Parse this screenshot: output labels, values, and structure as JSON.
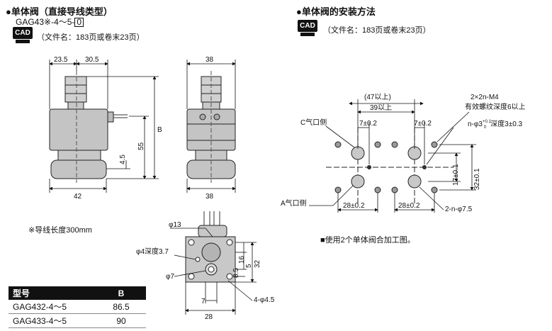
{
  "left_section": {
    "title": "●单体阀（直接导线类型）",
    "model_prefix": "GAG43※-4～5-",
    "model_boxed": "0",
    "cad_label": "CAD",
    "file_note": "（文件名：183页或卷末23页）"
  },
  "right_section": {
    "title": "●单体阀的安装方法",
    "cad_label": "CAD",
    "file_note": "（文件名：183页或卷末23页）"
  },
  "dims": {
    "d23_5": "23.5",
    "d30_5": "30.5",
    "d38_top": "38",
    "d38_bot": "38",
    "d42": "42",
    "d55": "55",
    "dB": "B",
    "d4_5": "4.5",
    "phi13": "φ13",
    "phi4_depth": "φ4深度3.7",
    "phi7": "φ7",
    "d7": "7",
    "d28": "28",
    "d16": "16",
    "d32": "32",
    "d8_5": "8.5",
    "d5": "5",
    "phi4_5": "4-φ4.5",
    "d47": "(47以上)",
    "d39": "39以上",
    "m4_line1": "2×2n-M4",
    "m4_line2": "有效螺纹深度6以上",
    "phi3_pre": "n-φ3",
    "phi3_sup": "+0.1",
    "phi3_subs": "0",
    "phi3_post": "深度3±0.3",
    "c_port": "C气口侧",
    "a_port": "A气口侧",
    "d7pm_l": "7±0.2",
    "d7pm_r": "7±0.2",
    "d28pm_l": "28±0.2",
    "d28pm_r": "28±0.2",
    "d17": "17±0.1",
    "d32pm": "32±0.1",
    "phi7_5": "2-n-φ7.5"
  },
  "wire_note": "※导线长度300mm",
  "install_note": "■使用2个单体阀合加工图。",
  "table": {
    "headers": [
      "型号",
      "B"
    ],
    "rows": [
      [
        "GAG432-4～5",
        "86.5"
      ],
      [
        "GAG433-4～5",
        "90"
      ]
    ]
  }
}
